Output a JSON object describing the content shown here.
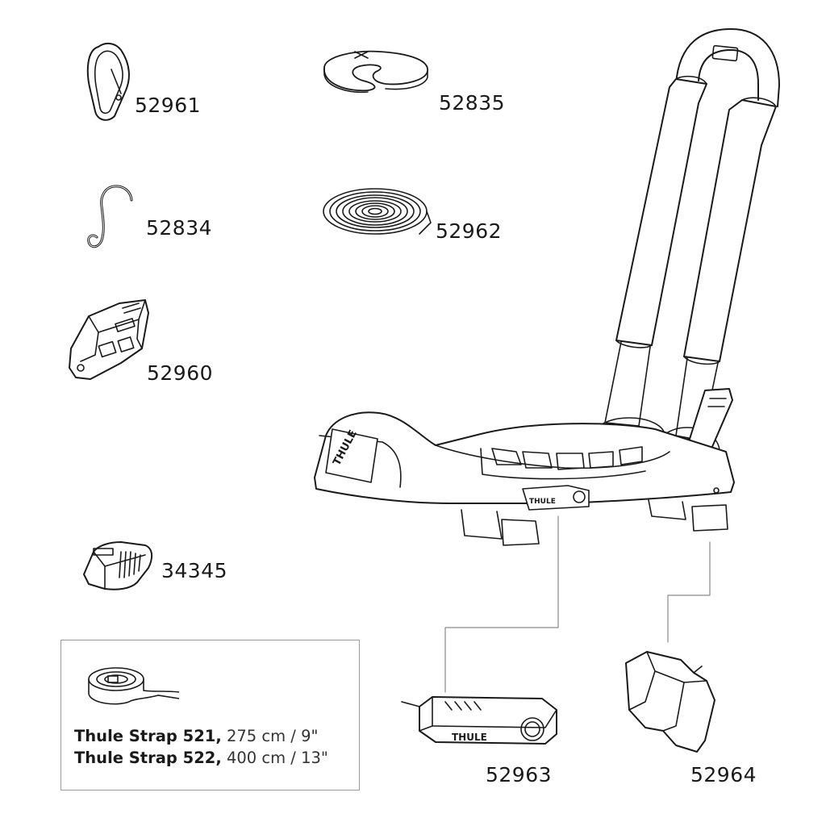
{
  "parts": {
    "carabiner": "52961",
    "s_hook": "52834",
    "buckle": "52960",
    "end_cap": "34345",
    "strap_loop": "52835",
    "strap_coil": "52962",
    "lock_housing": "52963",
    "mount_clip": "52964"
  },
  "straps": {
    "strap1_name": "Thule Strap 521,",
    "strap1_spec": " 275 cm / 9\"",
    "strap2_name": "Thule Strap 522,",
    "strap2_spec": " 400 cm / 13\""
  },
  "brand_mark": "THULE",
  "colors": {
    "ink": "#1a1a1a",
    "fill": "#ffffff",
    "box_border": "#9a9a9a",
    "leader": "#8a8a8a"
  }
}
